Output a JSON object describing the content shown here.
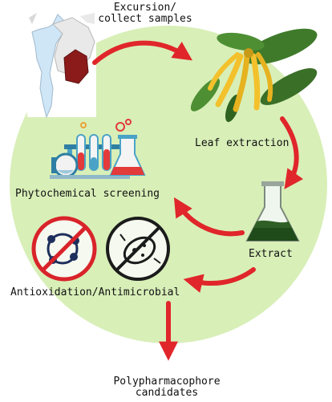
{
  "labels": {
    "excursion_line1": "Excursion/",
    "excursion_line2": "collect samples",
    "leaf_extraction": "Leaf extraction",
    "phytochemical_screening": "Phytochemical screening",
    "extract": "Extract",
    "antioxidation_antimicrobial": "Antioxidation/Antimicrobial",
    "polypharmacophore_line1": "Polypharmacophore",
    "polypharmacophore_line2": "candidates"
  },
  "colors": {
    "circle_background": "#d8efb8",
    "arrow": "#e0262a",
    "region_highlight": "#8b1b1b",
    "leaf_green": "#3f7a2a",
    "flower_yellow": "#f3c12c",
    "extract_liquid": "#1f4a1a",
    "lab_blue": "#4aa3c7",
    "lab_red": "#e33a3a",
    "prohibit_red": "#d9232a",
    "molecule_navy": "#1e2f5c"
  },
  "icons": [
    "map-icon",
    "ylang-flower-icon",
    "lab-glassware-icon",
    "flask-extract-icon",
    "no-free-radical-icon",
    "no-microbe-icon"
  ]
}
